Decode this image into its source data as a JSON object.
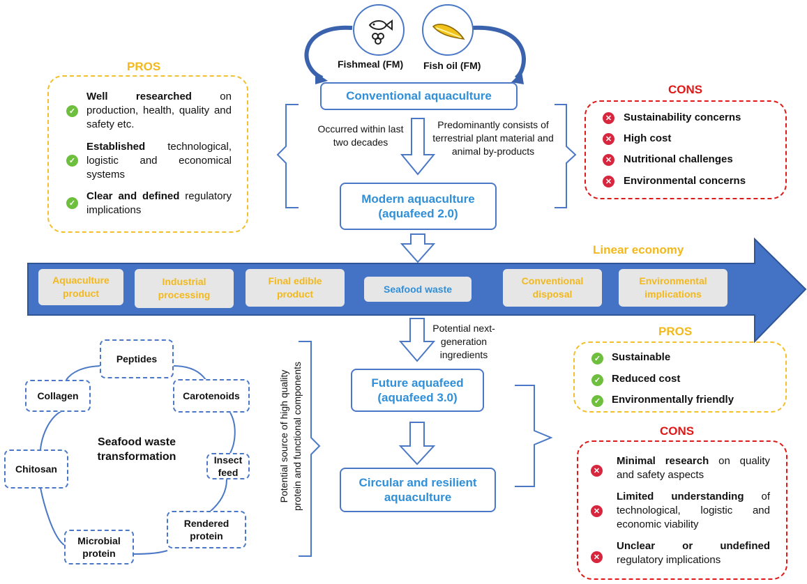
{
  "top_sources": {
    "fishmeal": {
      "label": "Fishmeal (FM)",
      "icon": "fish-icon"
    },
    "fishoil": {
      "label": "Fish oil (FM)",
      "icon": "fish-oil-icon"
    }
  },
  "pros_top": {
    "title": "PROS",
    "items": [
      {
        "bold": "Well researched",
        "rest": " on production, health, quality and safety etc."
      },
      {
        "bold": "Established",
        "rest": " technological, logistic and economical systems"
      },
      {
        "bold": "Clear and defined",
        "rest": " regulatory implications"
      }
    ]
  },
  "cons_top": {
    "title": "CONS",
    "items": [
      "Sustainability concerns",
      "High cost",
      "Nutritional challenges",
      "Environmental concerns"
    ]
  },
  "flow": {
    "conventional": "Conventional aquaculture",
    "note_left": "Occurred within last two decades",
    "note_right": "Predominantly consists of terrestrial plant material and animal by-products",
    "modern_line1": "Modern aquaculture",
    "modern_line2": "(aquafeed 2.0)",
    "note_next": "Potential next-generation ingredients",
    "future_line1": "Future aquafeed",
    "future_line2": "(aquafeed 3.0)",
    "circular_line1": "Circular and resilient",
    "circular_line2": "aquaculture"
  },
  "linear": {
    "title": "Linear economy",
    "stages": [
      {
        "line1": "Aquaculture",
        "line2": "product"
      },
      {
        "line1": "Industrial",
        "line2": "processing"
      },
      {
        "line1": "Final edible",
        "line2": "product"
      },
      {
        "line1": "Seafood waste",
        "line2": ""
      },
      {
        "line1": "Conventional",
        "line2": "disposal"
      },
      {
        "line1": "Environmental",
        "line2": "implications"
      }
    ]
  },
  "cycle": {
    "center_line1": "Seafood waste",
    "center_line2": "transformation",
    "nodes": {
      "peptides": "Peptides",
      "carotenoids": "Carotenoids",
      "insect1": "Insect",
      "insect2": "feed",
      "rendered1": "Rendered",
      "rendered2": "protein",
      "microbial1": "Microbial",
      "microbial2": "protein",
      "chitosan": "Chitosan",
      "collagen": "Collagen"
    },
    "vertical_line1": "Potential source of high quality",
    "vertical_line2": "protein and functional components"
  },
  "pros_bottom": {
    "title": "PROS",
    "items": [
      "Sustainable",
      "Reduced cost",
      "Environmentally friendly"
    ]
  },
  "cons_bottom": {
    "title": "CONS",
    "items": [
      {
        "bold": "Minimal research",
        "rest": " on quality and safety aspects"
      },
      {
        "bold": "Limited understanding",
        "rest": " of technological, logistic and economic viability"
      },
      {
        "bold": "Unclear or undefined",
        "rest": " regulatory implications"
      }
    ]
  },
  "colors": {
    "blue": "#4a78c6",
    "accent_blue": "#2f8fd8",
    "yellow": "#f2b81c",
    "red": "#e01818",
    "green": "#6fbf3f"
  }
}
